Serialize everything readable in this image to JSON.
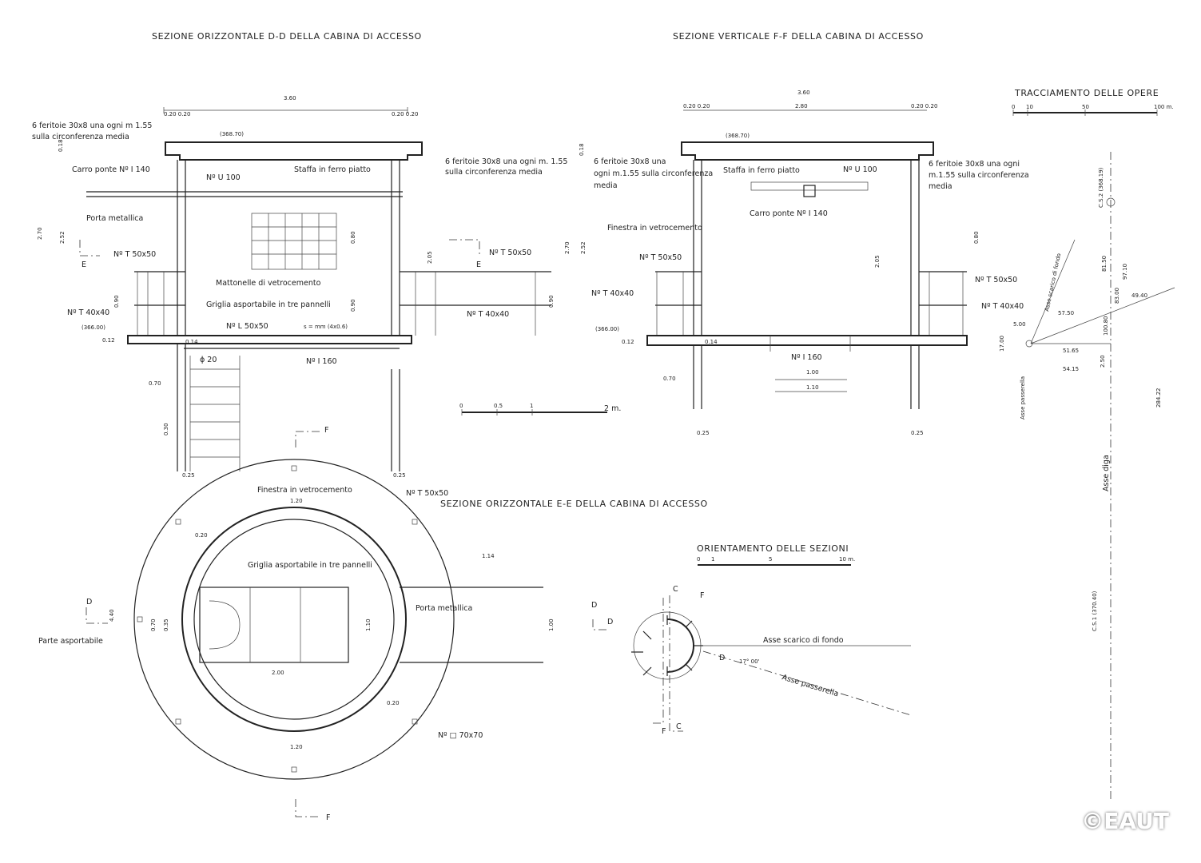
{
  "titles": {
    "sect_dd": "SEZIONE ORIZZONTALE  D-D  DELLA CABINA DI ACCESSO",
    "sect_ff": "SEZIONE VERTICALE  F-F  DELLA CABINA DI ACCESSO",
    "sect_ee": "SEZIONE ORIZZONTALE  E-E  DELLA CABINA DI ACCESSO",
    "tracciamento": "TRACCIAMENTO  DELLE  OPERE",
    "orientamento": "ORIENTAMENTO  DELLE  SEZIONI"
  },
  "dd": {
    "dim_top": "3.60",
    "dim_02a": "0.20 0.20",
    "dim_02b": "0.20  0.20",
    "elev_top": "(368.70)",
    "feritoie_1": "6 feritoie 30x8  una ogni m 1.55",
    "feritoie_2": "sulla circonferenza media",
    "feritoie_r1": "6 feritoie 30x8 una ogni m. 1.55",
    "feritoie_r2": "sulla circonferenza media",
    "carro_ponte": "Carro ponte Nº I 140",
    "u100": "Nº U 100",
    "staffa": "Staffa in ferro piatto",
    "porta": "Porta metallica",
    "t5050_l": "Nº T 50x50",
    "t5050_r": "Nº T 50x50",
    "t4040_l": "Nº T 40x40",
    "t4040_r": "Nº T 40x40",
    "mattonelle": "Mattonelle di vetrocemento",
    "griglia": "Griglia asportabile in tre pannelli",
    "l5050": "Nº L 50x50",
    "s_mm": "s = mm (4x0.6)",
    "i160": "Nº I 160",
    "phi20": "ϕ 20",
    "elev_366": "(366.00)",
    "d_018": "0.18",
    "d_270": "2.70",
    "d_252": "2.52",
    "d_080": "0.80",
    "d_205": "2.05",
    "d_090a": "0.90",
    "d_090b": "0.90",
    "d_012": "0.12",
    "d_014": "0.14",
    "d_070": "0.70",
    "d_030": "0.30",
    "d_025a": "0.25",
    "d_025b": "0.25",
    "cut_e_l": "E",
    "cut_e_r": "E",
    "cut_f": "F"
  },
  "ff": {
    "dim_top": "3.60",
    "dim_inner": "2.80",
    "dim_02a": "0.20 0.20",
    "dim_02b": "0.20 0.20",
    "elev_top": "(368.70)",
    "feritoie_l1": "6 feritoie 30x8 una",
    "feritoie_l2": "ogni m.1.55 sulla circonferenza",
    "feritoie_l3": "media",
    "feritoie_r1": "6 feritoie 30x8 una ogni",
    "feritoie_r2": "m.1.55 sulla circonferenza",
    "feritoie_r3": "media",
    "staffa": "Staffa in ferro piatto",
    "u100": "Nº U 100",
    "carro_ponte": "Carro ponte Nº I 140",
    "finestra": "Finestra in vetrocemento",
    "t5050_l": "Nº T 50x50",
    "t5050_r": "Nº T 50x50",
    "t4040_l": "Nº T 40x40",
    "t4040_r": "Nº T 40x40",
    "elev_366": "(366.00)",
    "i160": "Nº I 160",
    "d_100": "1.00",
    "d_110": "1.10",
    "d_012": "0.12",
    "d_014": "0.14",
    "d_070": "0.70",
    "d_025a": "0.25",
    "d_025b": "0.25",
    "d_205": "2.05",
    "d_270": "2.70",
    "d_252": "2.52",
    "d_080": "0.80",
    "d_090": "0.90",
    "d_018": "0.18"
  },
  "scale1": {
    "s0": "0",
    "s05": "0.5",
    "s1": "1",
    "s2": "2 m."
  },
  "ee": {
    "finestra": "Finestra in vetrocemento",
    "t5050": "Nº T 50x50",
    "griglia": "Griglia asportabile in tre pannelli",
    "porta": "Porta metallica",
    "parte": "Parte asportabile",
    "q7070": "Nº □ 70x70",
    "d_120a": "1.20",
    "d_120b": "1.20",
    "d_020a": "0.20",
    "d_020b": "0.20",
    "d_200": "2.00",
    "d_110": "1.10",
    "d_100": "1.00",
    "d_114": "1.14",
    "d_070": "0.70",
    "d_035": "0.35",
    "d_440": "4.40",
    "cut_d": "D",
    "cut_f": "F"
  },
  "orient": {
    "s0": "0",
    "s1": "1",
    "s5": "5",
    "s10": "10 m.",
    "scarico": "Asse scarico di fondo",
    "passerella": "Asse passerella",
    "angle": "17° 00'",
    "c_top": "C",
    "f_top": "F",
    "d_top": "D",
    "d_mid": "D",
    "d_right": "D",
    "f_bot": "F",
    "c_bot": "C"
  },
  "trac": {
    "s0": "0",
    "s10": "10",
    "s50": "50",
    "s100": "100 m.",
    "cs2": "C.S.2 (368.19)",
    "cs1": "C.S.1 (370.40)",
    "asse_diga": "Asse diga",
    "asse_scarico": "Asse scarico di fondo",
    "asse_passerella": "Asse passerella",
    "d_8150": "81.50",
    "d_9710": "97.10",
    "d_8300": "83.00",
    "d_4940": "49.40",
    "d_5750": "57.50",
    "d_500": "5.00",
    "d_1700": "17.00",
    "d_10080": "100.80",
    "d_5165": "51.65",
    "d_5415": "54.15",
    "d_250": "2.50",
    "d_28422": "284.22"
  },
  "watermark": "©EAUT"
}
